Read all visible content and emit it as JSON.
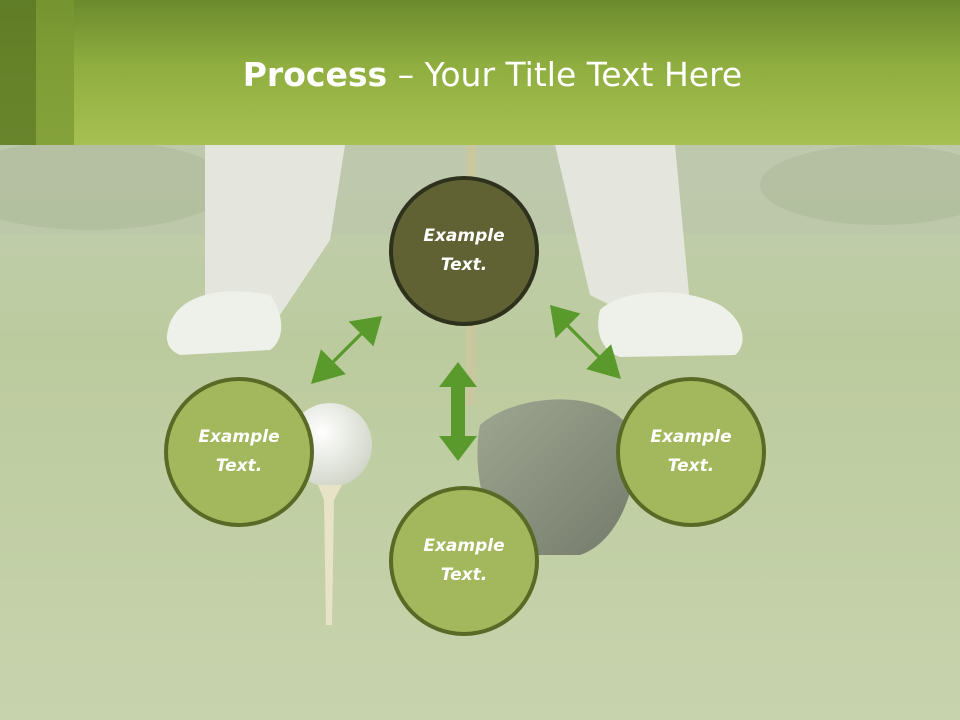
{
  "title": {
    "bold": "Process",
    "rest": " – Your Title Text Here"
  },
  "nodes": [
    {
      "text": "Example Text."
    },
    {
      "text": "Example Text."
    },
    {
      "text": "Example Text."
    },
    {
      "text": "Example Text."
    }
  ],
  "colors": {
    "header_green": "#a7c052",
    "node_fill": "#a3b85d",
    "node_border": "#596a26",
    "center_node_fill": "#616233",
    "arrow_green": "#5a9a2c"
  }
}
